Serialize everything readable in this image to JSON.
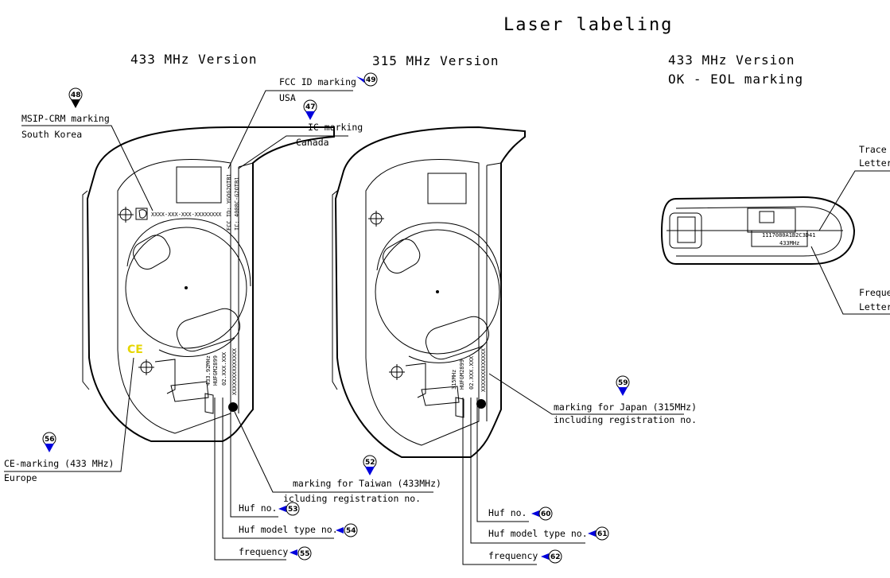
{
  "title": "Laser labeling",
  "versions": {
    "left": "433 MHz Version",
    "middle": "315 MHz Version",
    "right_line1": "433 MHz Version",
    "right_line2": "OK - EOL marking"
  },
  "callouts": {
    "msip": {
      "num": "48",
      "line1": "MSIP-CRM marking",
      "line2": "South Korea"
    },
    "fcc": {
      "num": "49",
      "line1": "FCC ID marking",
      "line2": "USA"
    },
    "ic": {
      "num": "47",
      "line1": "IC marking",
      "line2": "Canada"
    },
    "ce": {
      "num": "56",
      "line1": "CE-marking (433 MHz)",
      "line2": "Europe"
    },
    "taiwan": {
      "num": "52",
      "line1": "marking for Taiwan (433MHz)",
      "line2": "icluding registration no."
    },
    "huf_no_l": {
      "num": "53",
      "text": "Huf no."
    },
    "huf_model_l": {
      "num": "54",
      "text": "Huf model type no."
    },
    "freq_l": {
      "num": "55",
      "text": "frequency"
    },
    "japan": {
      "num": "59",
      "line1": "marking for Japan (315MHz)",
      "line2": "including registration no."
    },
    "huf_no_m": {
      "num": "60",
      "text": "Huf no."
    },
    "huf_model_m": {
      "num": "61",
      "text": "Huf model type no."
    },
    "freq_m": {
      "num": "62",
      "text": "frequency"
    },
    "trace": {
      "line1": "Trace",
      "line2": "Letter"
    },
    "freq_r": {
      "line1": "Freque",
      "line2": "Letter"
    }
  },
  "device_text": {
    "kc_number": "XXXX-XXX-XXX-XXXXXXXX",
    "fcc_id": "FCC ID: YGOG2OTB1",
    "ic_id": "IC: 4008C-G2OTB1",
    "left_freq": "433.92MHz",
    "left_model": "HUFGM2899",
    "left_hufno": "02.XXX.XXX",
    "left_serial": "XXXXXXXXXXXXXX",
    "mid_freq": "315MHz",
    "mid_model": "HUFGM2899",
    "mid_hufno": "02.XXX.XXX",
    "mid_serial": "XXXXXXXXXXXXX",
    "eol_line1": "1117080A1B2C3D41",
    "eol_line2": "433MHz",
    "ce_mark": "CE"
  },
  "colors": {
    "callout_marker": "#0000dd",
    "ce_mark": "#e6d600",
    "line": "#000000"
  }
}
